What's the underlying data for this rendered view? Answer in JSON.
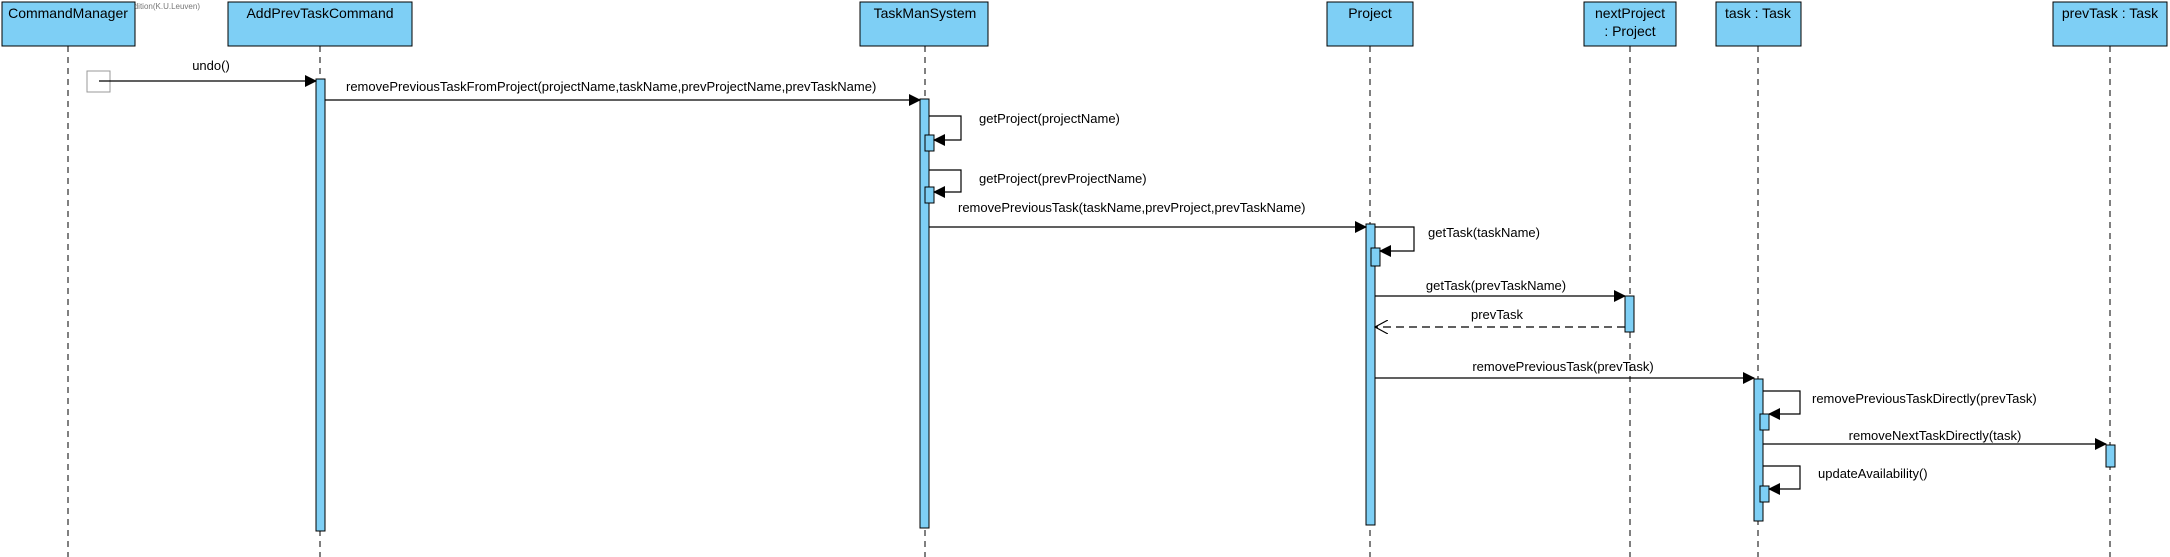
{
  "watermark": "Visual Paradigm for UML Standard Edition(K.U.Leuven)",
  "colors": {
    "lifeline_fill": "#7ecff5",
    "stroke": "#000000",
    "background": "#ffffff"
  },
  "participants": [
    {
      "id": "command-manager",
      "lines": [
        "CommandManager"
      ]
    },
    {
      "id": "add-prev-task-command",
      "lines": [
        "AddPrevTaskCommand"
      ]
    },
    {
      "id": "task-man-system",
      "lines": [
        "TaskManSystem"
      ]
    },
    {
      "id": "project",
      "lines": [
        "Project"
      ]
    },
    {
      "id": "next-project",
      "lines": [
        "nextProject",
        ": Project"
      ]
    },
    {
      "id": "task",
      "lines": [
        "task : Task"
      ]
    },
    {
      "id": "prev-task",
      "lines": [
        "prevTask : Task"
      ]
    }
  ],
  "messages": [
    {
      "id": "undo",
      "label": "undo()",
      "kind": "call"
    },
    {
      "id": "remove-previous-task-from-project",
      "label": "removePreviousTaskFromProject(projectName,taskName,prevProjectName,prevTaskName)",
      "kind": "call"
    },
    {
      "id": "get-project-project-name",
      "label": "getProject(projectName)",
      "kind": "self"
    },
    {
      "id": "get-project-prev-project-name",
      "label": "getProject(prevProjectName)",
      "kind": "self"
    },
    {
      "id": "remove-previous-task-project",
      "label": "removePreviousTask(taskName,prevProject,prevTaskName)",
      "kind": "call"
    },
    {
      "id": "get-task-task-name",
      "label": "getTask(taskName)",
      "kind": "self"
    },
    {
      "id": "get-task-prev-task-name",
      "label": "getTask(prevTaskName)",
      "kind": "call"
    },
    {
      "id": "prev-task-return",
      "label": "prevTask",
      "kind": "return"
    },
    {
      "id": "remove-previous-task-task",
      "label": "removePreviousTask(prevTask)",
      "kind": "call"
    },
    {
      "id": "remove-previous-task-directly",
      "label": "removePreviousTaskDirectly(prevTask)",
      "kind": "self"
    },
    {
      "id": "remove-next-task-directly",
      "label": "removeNextTaskDirectly(task)",
      "kind": "call"
    },
    {
      "id": "update-availability",
      "label": "updateAvailability()",
      "kind": "self"
    }
  ]
}
